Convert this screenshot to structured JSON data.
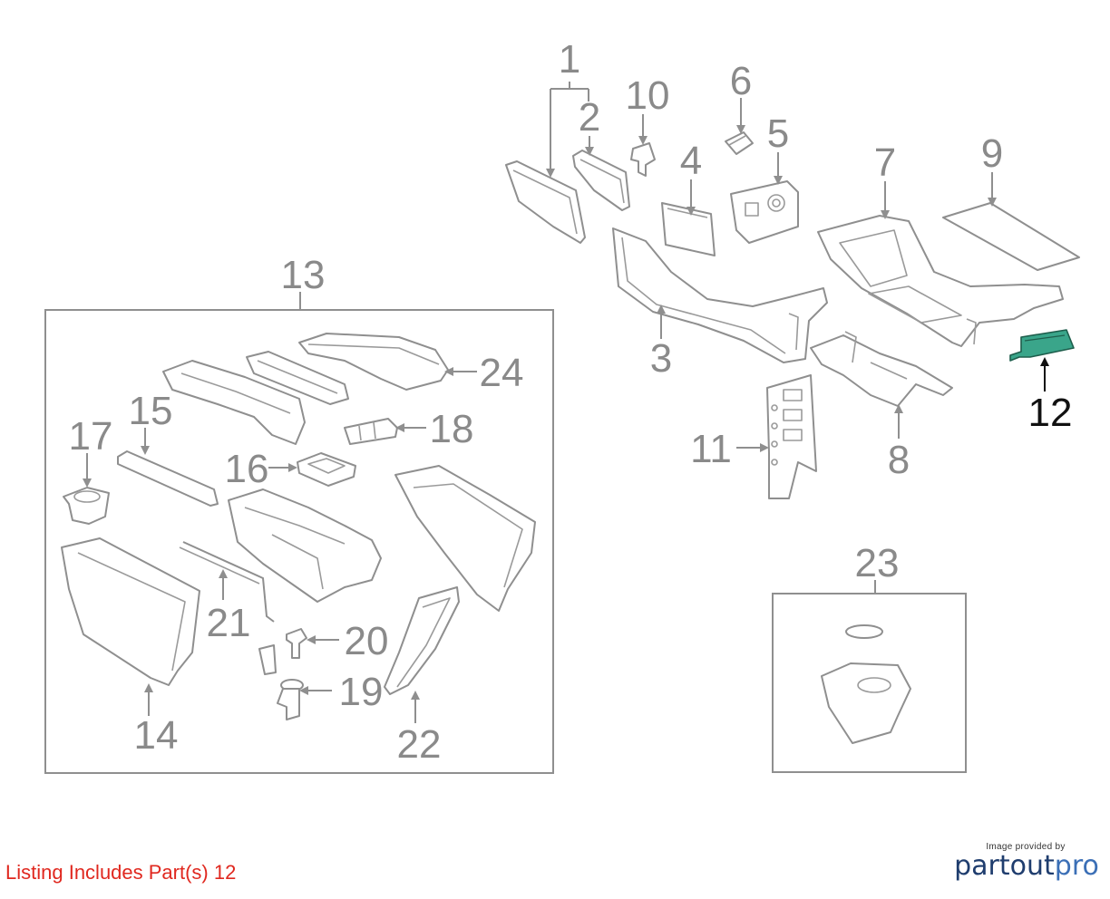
{
  "diagram": {
    "callouts": [
      "1",
      "2",
      "3",
      "4",
      "5",
      "6",
      "7",
      "8",
      "9",
      "10",
      "11",
      "12",
      "13",
      "14",
      "15",
      "16",
      "17",
      "18",
      "19",
      "20",
      "21",
      "22",
      "23",
      "24"
    ],
    "highlighted": "12",
    "highlight_color": "#3aa58a"
  },
  "footer": {
    "listing_note": "Listing Includes Part(s)  12",
    "credit_small": "Image provided by",
    "credit_brand_a": "partout",
    "credit_brand_b": "pro",
    "note_color": "#e0281f"
  }
}
